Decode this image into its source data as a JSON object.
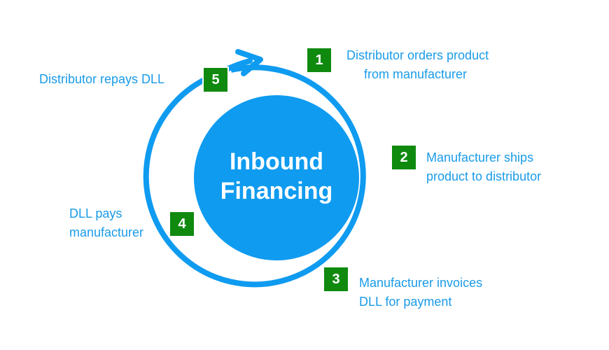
{
  "colors": {
    "ring": "#0f9bf0",
    "circle": "#0f9bf0",
    "badge": "#0f8a0f",
    "label_text": "#1a9be8",
    "title_text": "#ffffff"
  },
  "center": {
    "line1": "Inbound",
    "line2": "Financing"
  },
  "steps": [
    {
      "number": "1",
      "line1": "Distributor orders product",
      "line2": "from manufacturer"
    },
    {
      "number": "2",
      "line1": "Manufacturer ships",
      "line2": "product to distributor"
    },
    {
      "number": "3",
      "line1": "Manufacturer invoices",
      "line2": "DLL for payment"
    },
    {
      "number": "4",
      "line1": "DLL pays",
      "line2": "manufacturer"
    },
    {
      "number": "5",
      "line1": "Distributor repays DLL",
      "line2": ""
    }
  ],
  "icons": {
    "cycle_arrow": "arrow-head-icon"
  }
}
